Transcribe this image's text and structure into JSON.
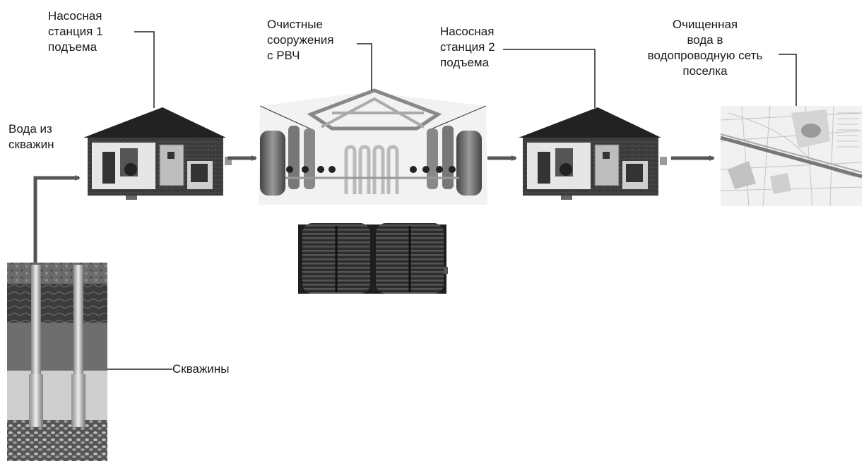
{
  "labels": {
    "pump_station_1": [
      "Насосная",
      "станция 1",
      "подъема"
    ],
    "treatment": [
      "Очистные",
      "сооружения",
      "с РВЧ"
    ],
    "pump_station_2": [
      "Насосная",
      "станция 2",
      "подъема"
    ],
    "clean_water": [
      "Очищенная",
      "вода в",
      "водопроводную сеть",
      "поселка"
    ],
    "well_water": [
      "Вода из",
      "скважин"
    ],
    "wells": "Скважины"
  },
  "colors": {
    "arrow": "#555555",
    "leader": "#222222"
  }
}
